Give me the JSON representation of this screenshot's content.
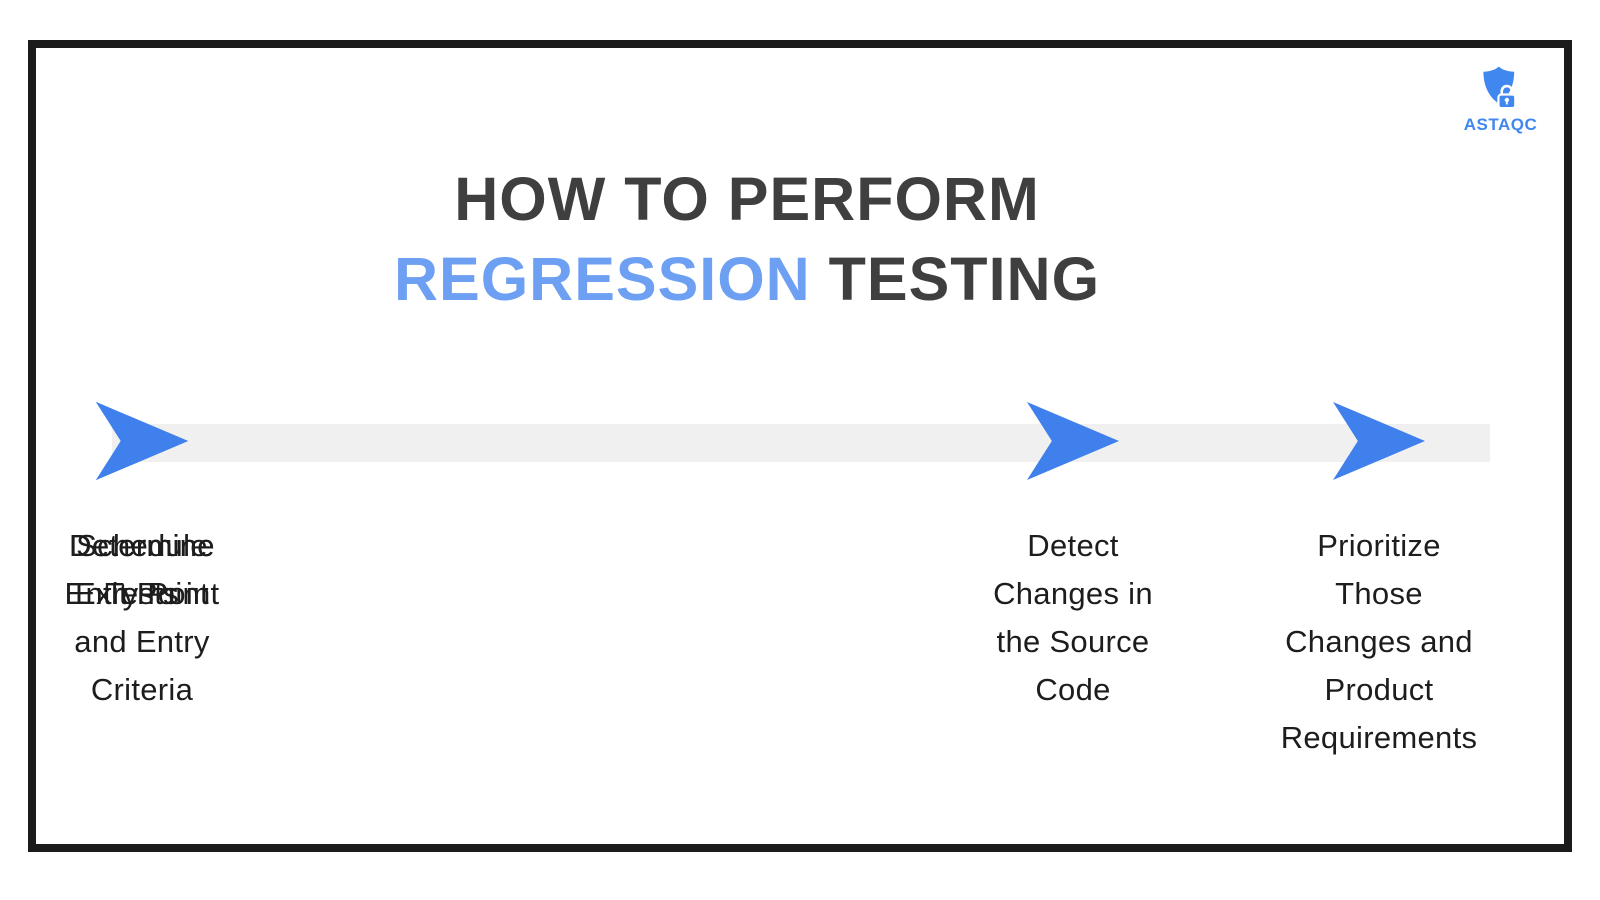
{
  "title": {
    "line1": "HOW TO PERFORM",
    "line2_highlight": "REGRESSION",
    "line2_rest": "TESTING"
  },
  "logo": {
    "text": "ASTAQC",
    "icon": "shield-lock-icon"
  },
  "timeline": {
    "direction": "left-to-right",
    "arrow_icon": "arrow-right-icon",
    "step_count": 5
  },
  "steps": [
    {
      "label": "Detect\nChanges in\nthe Source\nCode"
    },
    {
      "label": "Prioritize\nThose\nChanges and\nProduct\nRequirements"
    },
    {
      "label": "Determine\nEntry Point\nand Entry\nCriteria"
    },
    {
      "label": "Determine\nExit Point"
    },
    {
      "label": "Schedule\nTests"
    }
  ],
  "colors": {
    "accent_blue": "#4080ec",
    "title_blue": "#6d9ff3",
    "title_dark": "#3f3f3f",
    "label_dark": "#1d1d1d",
    "timeline_gray": "#f0f0f0",
    "frame_black": "#1b1b1b",
    "logo_blue": "#4187f0"
  }
}
